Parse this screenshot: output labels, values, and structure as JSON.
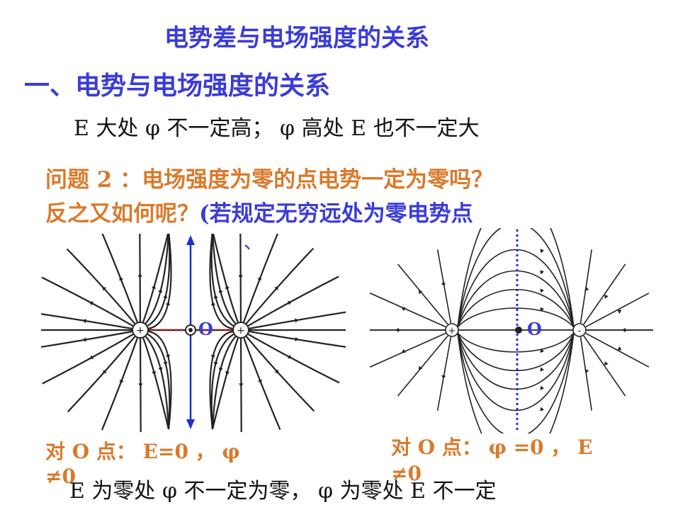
{
  "title": "电势差与电场强度的关系",
  "section_heading": "一、电势与电场强度的关系",
  "statement": "E 大处 φ 不一定高； φ 高处 E 也不一定大",
  "question": {
    "line1": "问题 2 ：电场强度为零的点电势一定为零吗？",
    "line2_prefix": "反之又如何呢？",
    "line2_paren": "(若规定无穷远处为零电势点",
    "line2_paren_end": "、"
  },
  "diagram_left": {
    "charges": [
      "+",
      "+"
    ],
    "point_label": "O",
    "caption_line1": "对 O 点：  E=0 ，  φ",
    "caption_line2": "≠0"
  },
  "diagram_right": {
    "charges": [
      "+",
      "-"
    ],
    "point_label": "O",
    "caption_line1": "对 O 点：  φ =0 ，  E",
    "caption_line2": "≠0"
  },
  "conclusion": "E 为零处  φ 不一定为零，  φ 为零处 E 不一定",
  "colors": {
    "heading": "#3b3bd9",
    "question": "#d97a2b",
    "guide_line": "#1f2fd0",
    "dotted_red": "#d42020"
  }
}
